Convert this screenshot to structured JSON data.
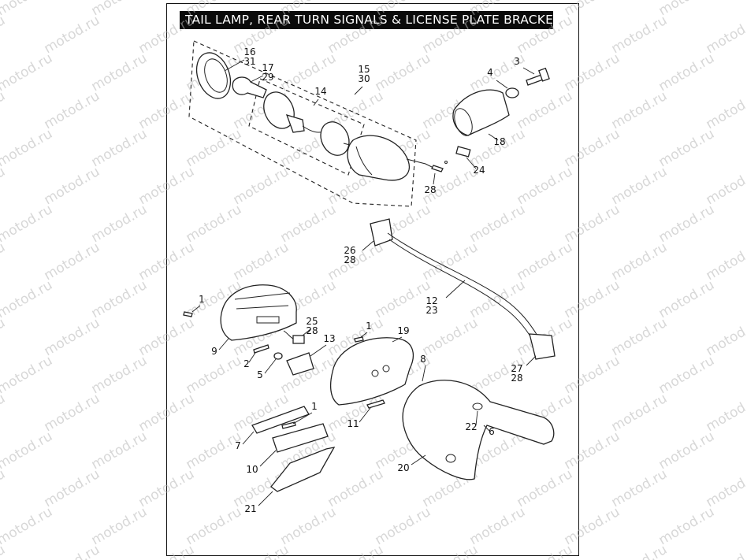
{
  "diagram": {
    "title": "TAIL LAMP, REAR TURN SIGNALS & LICENSE PLATE BRACKET",
    "watermark": "motod.ru",
    "callouts": [
      {
        "id": "c16",
        "lines": [
          "16",
          "31"
        ]
      },
      {
        "id": "c17",
        "lines": [
          "17",
          "29"
        ]
      },
      {
        "id": "c15",
        "lines": [
          "15",
          "30"
        ]
      },
      {
        "id": "c14",
        "lines": [
          "14"
        ]
      },
      {
        "id": "c3",
        "lines": [
          "3"
        ]
      },
      {
        "id": "c4",
        "lines": [
          "4"
        ]
      },
      {
        "id": "c18",
        "lines": [
          "18"
        ]
      },
      {
        "id": "c24",
        "lines": [
          "24"
        ]
      },
      {
        "id": "c28a",
        "lines": [
          "28"
        ]
      },
      {
        "id": "c26",
        "lines": [
          "26",
          "28"
        ]
      },
      {
        "id": "c12",
        "lines": [
          "12",
          "23"
        ]
      },
      {
        "id": "c27",
        "lines": [
          "27",
          "28"
        ]
      },
      {
        "id": "c1a",
        "lines": [
          "1"
        ]
      },
      {
        "id": "c9",
        "lines": [
          "9"
        ]
      },
      {
        "id": "c25",
        "lines": [
          "25",
          "28"
        ]
      },
      {
        "id": "c13",
        "lines": [
          "13"
        ]
      },
      {
        "id": "c2",
        "lines": [
          "2"
        ]
      },
      {
        "id": "c5",
        "lines": [
          "5"
        ]
      },
      {
        "id": "c1b",
        "lines": [
          "1"
        ]
      },
      {
        "id": "c19",
        "lines": [
          "19"
        ]
      },
      {
        "id": "c8",
        "lines": [
          "8"
        ]
      },
      {
        "id": "c1c",
        "lines": [
          "1"
        ]
      },
      {
        "id": "c7",
        "lines": [
          "7"
        ]
      },
      {
        "id": "c11",
        "lines": [
          "11"
        ]
      },
      {
        "id": "c22",
        "lines": [
          "22"
        ]
      },
      {
        "id": "c6",
        "lines": [
          "6"
        ]
      },
      {
        "id": "c10",
        "lines": [
          "10"
        ]
      },
      {
        "id": "c20",
        "lines": [
          "20"
        ]
      },
      {
        "id": "c21",
        "lines": [
          "21"
        ]
      }
    ]
  }
}
